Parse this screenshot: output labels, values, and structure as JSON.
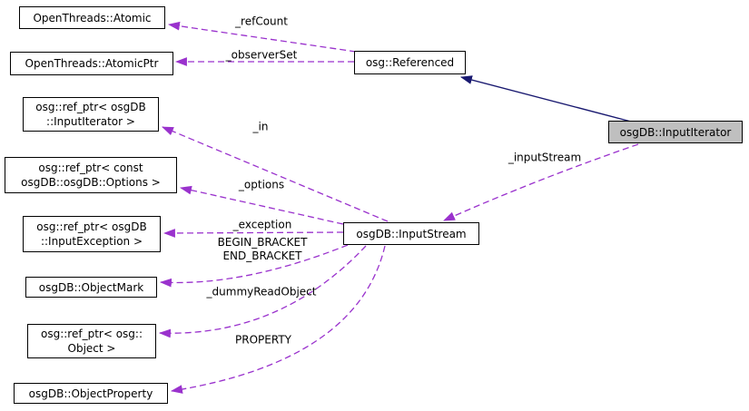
{
  "diagram": {
    "type": "doxygen-collaboration-graph",
    "colors": {
      "usage_edge": "#9a32cd",
      "inheritance_edge": "#191970",
      "node_fill": "#ffffff",
      "highlight_fill": "#bfbfbf",
      "node_border": "#000000",
      "text": "#000000",
      "background": "#ffffff"
    },
    "nodes": [
      {
        "id": "openthreads-atomic",
        "label": "OpenThreads::Atomic"
      },
      {
        "id": "openthreads-atomicptr",
        "label": "OpenThreads::AtomicPtr"
      },
      {
        "id": "osg-referenced",
        "label": "osg::Referenced"
      },
      {
        "id": "refptr-inputiterator",
        "label": "osg::ref_ptr< osgDB\n::InputIterator >"
      },
      {
        "id": "refptr-options",
        "label": "osg::ref_ptr< const\nosgDB::osgDB::Options >"
      },
      {
        "id": "refptr-inputexception",
        "label": "osg::ref_ptr< osgDB\n::InputException >"
      },
      {
        "id": "objectmark",
        "label": "osgDB::ObjectMark"
      },
      {
        "id": "refptr-object",
        "label": "osg::ref_ptr< osg::\nObject >"
      },
      {
        "id": "objectproperty",
        "label": "osgDB::ObjectProperty"
      },
      {
        "id": "inputiterator",
        "label": "osgDB::InputIterator",
        "highlighted": true
      },
      {
        "id": "inputstream",
        "label": "osgDB::InputStream"
      }
    ],
    "edges": [
      {
        "label": "_refCount",
        "from": "osg::Referenced",
        "to": "OpenThreads::Atomic",
        "style": "dashed"
      },
      {
        "label": "_observerSet",
        "from": "osg::Referenced",
        "to": "OpenThreads::AtomicPtr",
        "style": "dashed"
      },
      {
        "label": "_in",
        "from": "osgDB::InputStream",
        "to": "osg::ref_ptr< osgDB::InputIterator >",
        "style": "dashed"
      },
      {
        "label": "_options",
        "from": "osgDB::InputStream",
        "to": "osg::ref_ptr< const osgDB::osgDB::Options >",
        "style": "dashed"
      },
      {
        "label": "_exception",
        "from": "osgDB::InputStream",
        "to": "osg::ref_ptr< osgDB::InputException >",
        "style": "dashed"
      },
      {
        "label": "BEGIN_BRACKET\nEND_BRACKET",
        "from": "osgDB::InputStream",
        "to": "osgDB::ObjectMark",
        "style": "dashed"
      },
      {
        "label": "_dummyReadObject",
        "from": "osgDB::InputStream",
        "to": "osg::ref_ptr< osg::Object >",
        "style": "dashed"
      },
      {
        "label": "PROPERTY",
        "from": "osgDB::InputStream",
        "to": "osgDB::ObjectProperty",
        "style": "dashed"
      },
      {
        "label": "_inputStream",
        "from": "osgDB::InputIterator",
        "to": "osgDB::InputStream",
        "style": "dashed"
      },
      {
        "label": "",
        "from": "osgDB::InputIterator",
        "to": "osg::Referenced",
        "style": "solid",
        "kind": "inheritance"
      }
    ]
  }
}
